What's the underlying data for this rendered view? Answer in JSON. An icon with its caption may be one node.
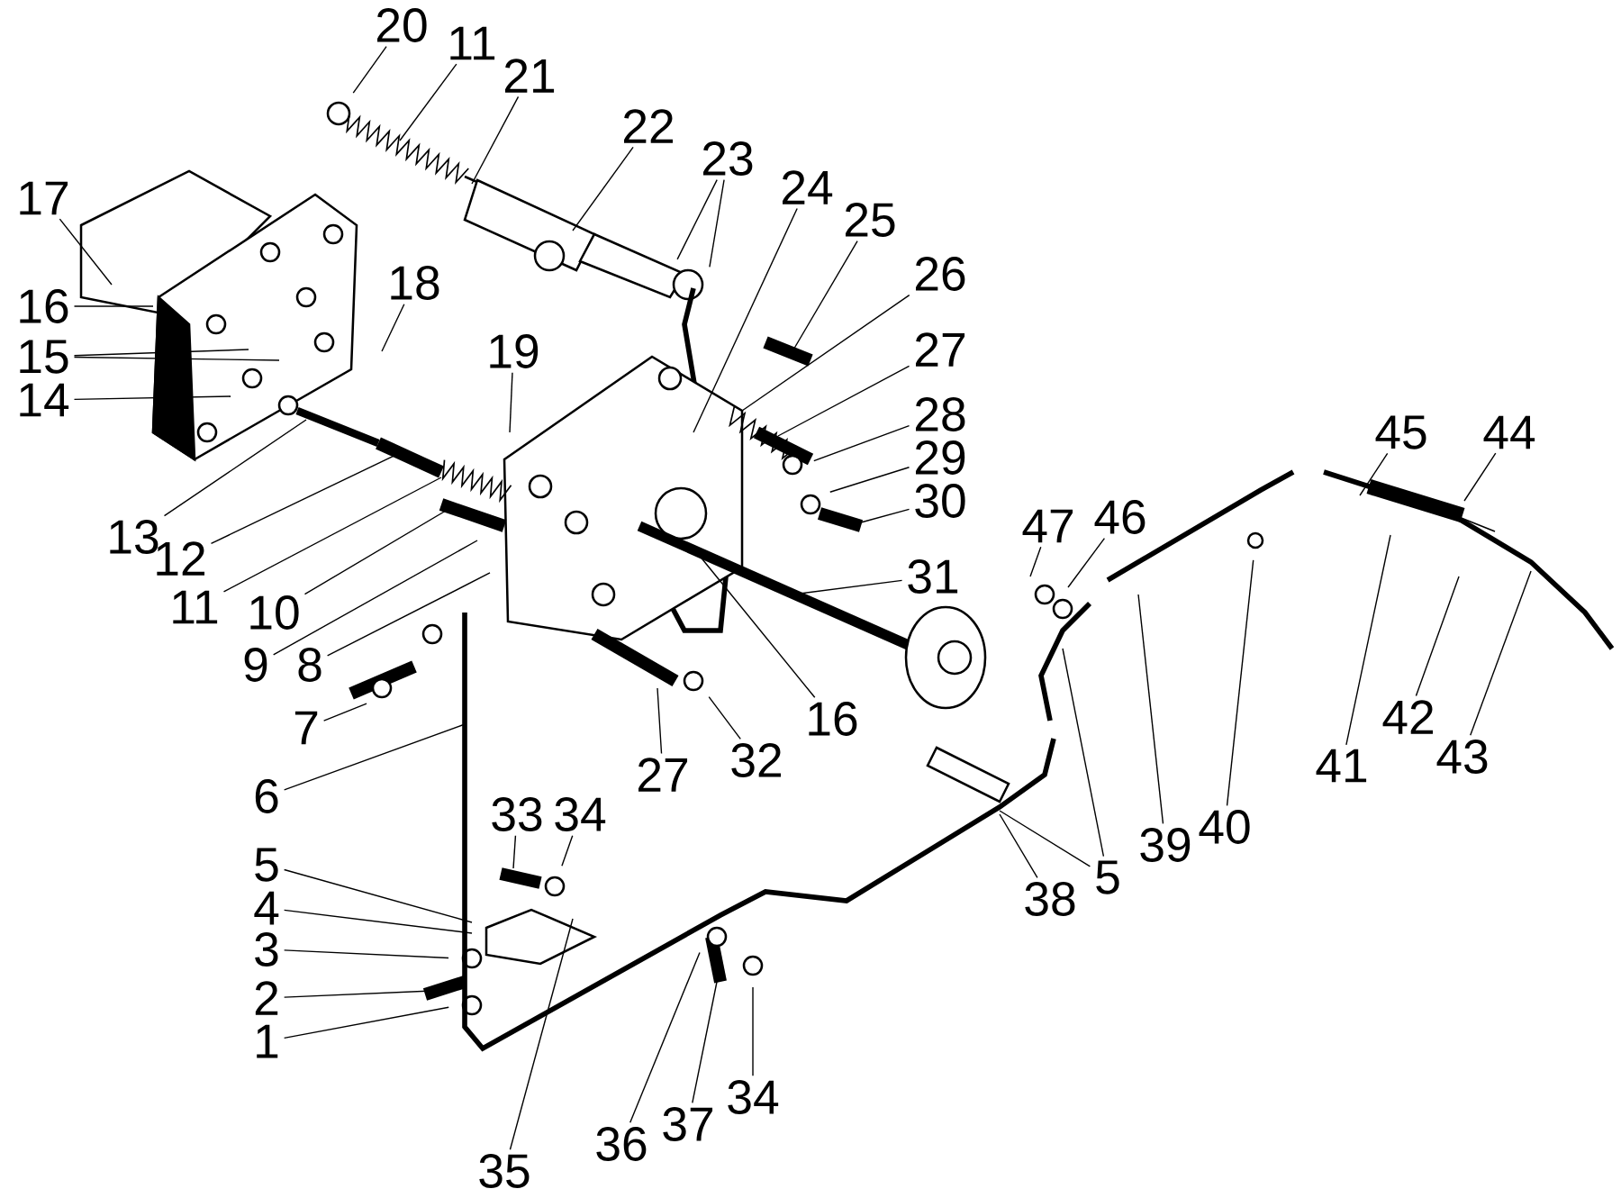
{
  "diagram": {
    "nodes": [
      {
        "text": [
          "20"
        ]
      },
      {
        "text": [
          "11"
        ]
      },
      {
        "text": [
          "21"
        ]
      },
      {
        "text": [
          "22"
        ]
      },
      {
        "text": [
          "23"
        ]
      },
      {
        "text": [
          "24"
        ]
      },
      {
        "text": [
          "25"
        ]
      },
      {
        "text": [
          "26"
        ]
      },
      {
        "text": [
          "27"
        ]
      },
      {
        "text": [
          "28"
        ]
      },
      {
        "text": [
          "29"
        ]
      },
      {
        "text": [
          "30"
        ]
      },
      {
        "text": [
          "31"
        ]
      },
      {
        "text": [
          "17"
        ]
      },
      {
        "text": [
          "16"
        ]
      },
      {
        "text": [
          "15"
        ]
      },
      {
        "text": [
          "14"
        ]
      },
      {
        "text": [
          "18"
        ]
      },
      {
        "text": [
          "19"
        ]
      },
      {
        "text": [
          "13"
        ]
      },
      {
        "text": [
          "12"
        ]
      },
      {
        "text": [
          "11"
        ]
      },
      {
        "text": [
          "10"
        ]
      },
      {
        "text": [
          "9"
        ]
      },
      {
        "text": [
          "8"
        ]
      },
      {
        "text": [
          "7"
        ]
      },
      {
        "text": [
          "6"
        ]
      },
      {
        "text": [
          "27"
        ]
      },
      {
        "text": [
          "32"
        ]
      },
      {
        "text": [
          "16"
        ]
      },
      {
        "text": [
          "33"
        ]
      },
      {
        "text": [
          "34"
        ]
      },
      {
        "text": [
          "5"
        ]
      },
      {
        "text": [
          "4"
        ]
      },
      {
        "text": [
          "3"
        ]
      },
      {
        "text": [
          "2"
        ]
      },
      {
        "text": [
          "1"
        ]
      },
      {
        "text": [
          "35"
        ]
      },
      {
        "text": [
          "36"
        ]
      },
      {
        "text": [
          "37"
        ]
      },
      {
        "text": [
          "34"
        ]
      },
      {
        "text": [
          "38"
        ]
      },
      {
        "text": [
          "5"
        ]
      },
      {
        "text": [
          "39"
        ]
      },
      {
        "text": [
          "40"
        ]
      },
      {
        "text": [
          "41"
        ]
      },
      {
        "text": [
          "42"
        ]
      },
      {
        "text": [
          "43"
        ]
      },
      {
        "text": [
          "45"
        ]
      },
      {
        "text": [
          "44"
        ]
      },
      {
        "text": [
          "47"
        ]
      },
      {
        "text": [
          "46"
        ]
      }
    ],
    "edges": [
      {
        "from": 0,
        "to": null,
        "arrow": "none"
      },
      {
        "from": 1,
        "to": null,
        "arrow": "none"
      },
      {
        "from": 2,
        "to": null,
        "arrow": "none"
      },
      {
        "from": 3,
        "to": null,
        "arrow": "none"
      },
      {
        "from": 4,
        "to": null,
        "arrow": "none"
      },
      {
        "from": 4,
        "to": null,
        "arrow": "none"
      },
      {
        "from": 5,
        "to": null,
        "arrow": "none"
      },
      {
        "from": 6,
        "to": null,
        "arrow": "none"
      },
      {
        "from": 7,
        "to": null,
        "arrow": "none"
      },
      {
        "from": 8,
        "to": null,
        "arrow": "none"
      },
      {
        "from": 9,
        "to": null,
        "arrow": "none"
      },
      {
        "from": 10,
        "to": null,
        "arrow": "none"
      },
      {
        "from": 11,
        "to": null,
        "arrow": "none"
      },
      {
        "from": 12,
        "to": null,
        "arrow": "none"
      },
      {
        "from": 13,
        "to": null,
        "arrow": "none"
      },
      {
        "from": 14,
        "to": null,
        "arrow": "none"
      },
      {
        "from": 15,
        "to": null,
        "arrow": "none"
      },
      {
        "from": 15,
        "to": null,
        "arrow": "none"
      },
      {
        "from": 16,
        "to": null,
        "arrow": "none"
      },
      {
        "from": 17,
        "to": null,
        "arrow": "none"
      },
      {
        "from": 18,
        "to": null,
        "arrow": "none"
      },
      {
        "from": 19,
        "to": null,
        "arrow": "none"
      },
      {
        "from": 20,
        "to": null,
        "arrow": "none"
      },
      {
        "from": 21,
        "to": null,
        "arrow": "none"
      },
      {
        "from": 22,
        "to": null,
        "arrow": "none"
      },
      {
        "from": 23,
        "to": null,
        "arrow": "none"
      },
      {
        "from": 24,
        "to": null,
        "arrow": "none"
      },
      {
        "from": 25,
        "to": null,
        "arrow": "none"
      },
      {
        "from": 26,
        "to": null,
        "arrow": "none"
      },
      {
        "from": 27,
        "to": null,
        "arrow": "none"
      },
      {
        "from": 28,
        "to": null,
        "arrow": "none"
      },
      {
        "from": 29,
        "to": null,
        "arrow": "none"
      },
      {
        "from": 30,
        "to": null,
        "arrow": "none"
      },
      {
        "from": 31,
        "to": null,
        "arrow": "none"
      },
      {
        "from": 32,
        "to": null,
        "arrow": "none"
      },
      {
        "from": 33,
        "to": null,
        "arrow": "none"
      },
      {
        "from": 34,
        "to": null,
        "arrow": "none"
      },
      {
        "from": 35,
        "to": null,
        "arrow": "none"
      },
      {
        "from": 36,
        "to": null,
        "arrow": "none"
      },
      {
        "from": 37,
        "to": null,
        "arrow": "none"
      },
      {
        "from": 38,
        "to": null,
        "arrow": "none"
      },
      {
        "from": 39,
        "to": null,
        "arrow": "none"
      },
      {
        "from": 40,
        "to": null,
        "arrow": "none"
      },
      {
        "from": 41,
        "to": null,
        "arrow": "none"
      },
      {
        "from": 42,
        "to": null,
        "arrow": "none"
      },
      {
        "from": 42,
        "to": null,
        "arrow": "none"
      },
      {
        "from": 43,
        "to": null,
        "arrow": "none"
      },
      {
        "from": 44,
        "to": null,
        "arrow": "none"
      },
      {
        "from": 45,
        "to": null,
        "arrow": "none"
      },
      {
        "from": 46,
        "to": null,
        "arrow": "none"
      },
      {
        "from": 47,
        "to": null,
        "arrow": "none"
      },
      {
        "from": 48,
        "to": null,
        "arrow": "none"
      },
      {
        "from": 49,
        "to": null,
        "arrow": "none"
      },
      {
        "from": 50,
        "to": null,
        "arrow": "none"
      },
      {
        "from": 51,
        "to": null,
        "arrow": "none"
      }
    ]
  }
}
